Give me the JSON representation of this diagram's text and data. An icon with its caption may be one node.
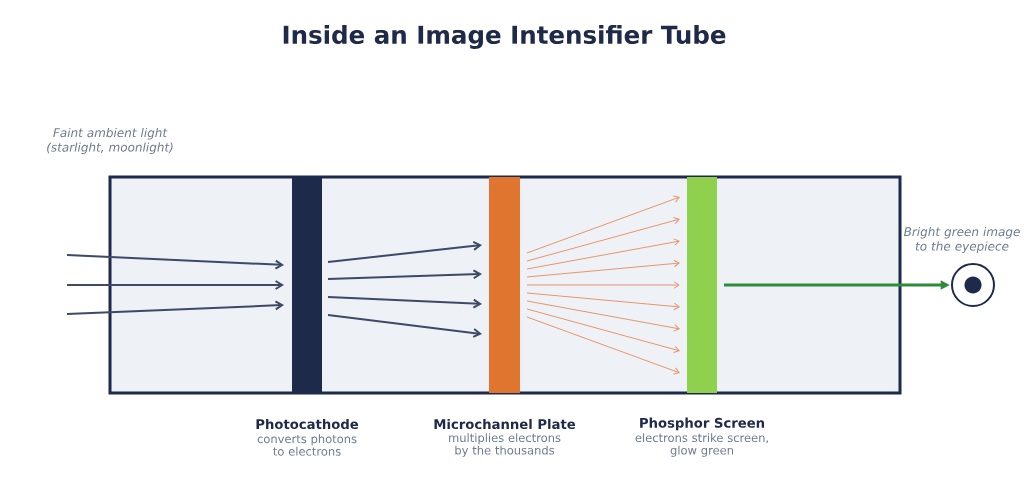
{
  "diagram": {
    "title": "Inside an Image Intensifier Tube",
    "nodes": [
      {
        "text": [],
        "shape": "box"
      },
      {
        "text": [],
        "shape": "bar",
        "in": 0,
        "beside": [
          "Photocathode",
          "converts photons to electrons"
        ]
      },
      {
        "text": [],
        "shape": "bar",
        "in": 0,
        "beside": [
          "Microchannel Plate",
          "multiplies electrons by the thousands"
        ]
      },
      {
        "text": [],
        "shape": "bar",
        "in": 0,
        "beside": [
          "Phosphor Screen",
          "electrons strike screen, glow green"
        ]
      },
      {
        "text": [],
        "shape": "circle",
        "beside": [
          "Bright green image to the eyepiece"
        ]
      }
    ],
    "edges": [
      {
        "from": null,
        "to": 1,
        "arrow": "to",
        "color": "#3d4a66"
      },
      {
        "from": null,
        "to": 1,
        "arrow": "to",
        "color": "#3d4a66"
      },
      {
        "from": null,
        "to": 1,
        "arrow": "to",
        "color": "#3d4a66"
      },
      {
        "from": 1,
        "to": 2,
        "arrow": "to",
        "color": "#3d4a66"
      },
      {
        "from": 1,
        "to": 2,
        "arrow": "to",
        "color": "#3d4a66"
      },
      {
        "from": 1,
        "to": 2,
        "arrow": "to",
        "color": "#3d4a66"
      },
      {
        "from": 1,
        "to": 2,
        "arrow": "to",
        "color": "#3d4a66"
      },
      {
        "from": 2,
        "to": 3,
        "arrow": "to",
        "color": "#e8956a"
      },
      {
        "from": 2,
        "to": 3,
        "arrow": "to",
        "color": "#e8956a"
      },
      {
        "from": 2,
        "to": 3,
        "arrow": "to",
        "color": "#e8956a"
      },
      {
        "from": 2,
        "to": 3,
        "arrow": "to",
        "color": "#e8956a"
      },
      {
        "from": 2,
        "to": 3,
        "arrow": "to",
        "color": "#e8956a"
      },
      {
        "from": 2,
        "to": 3,
        "arrow": "to",
        "color": "#e8956a"
      },
      {
        "from": 2,
        "to": 3,
        "arrow": "to",
        "color": "#e8956a"
      },
      {
        "from": 2,
        "to": 3,
        "arrow": "to",
        "color": "#e8956a"
      },
      {
        "from": 2,
        "to": 3,
        "arrow": "to",
        "color": "#e8956a"
      },
      {
        "from": 3,
        "to": 4,
        "arrow": "to",
        "style": "thick",
        "color": "#2e8b3a"
      }
    ],
    "labels": [
      "Faint ambient light (starlight, moonlight)"
    ]
  }
}
